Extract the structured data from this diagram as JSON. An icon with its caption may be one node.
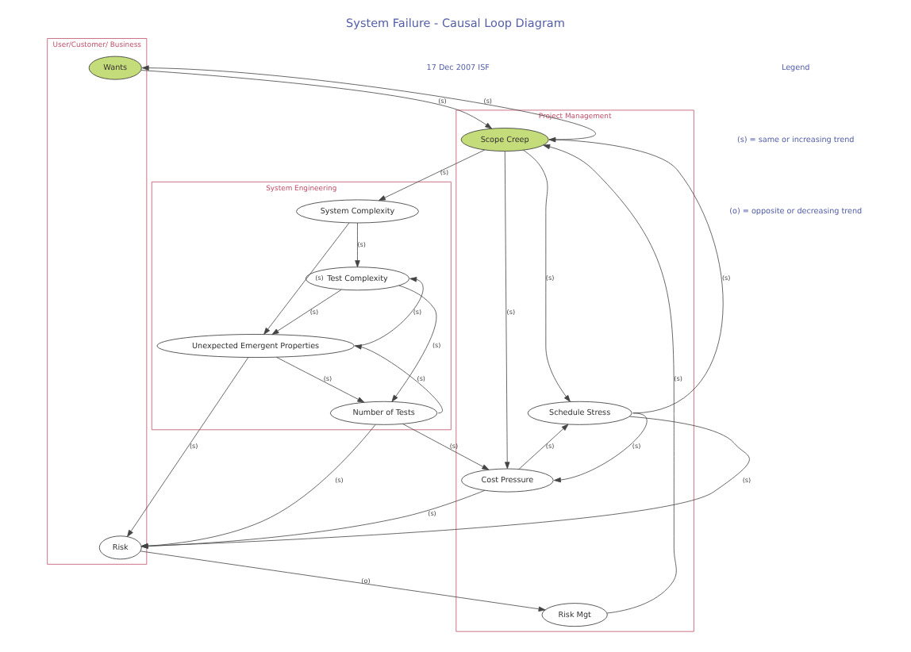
{
  "diagram": {
    "title": "System Failure - Causal Loop Diagram",
    "nodes": [
      {
        "text": [
          "User/Customer/ Business"
        ]
      },
      {
        "text": [
          "Project Management"
        ]
      },
      {
        "text": [
          "System Engineering"
        ]
      },
      {
        "text": [
          "Wants"
        ],
        "in": 0
      },
      {
        "text": [
          "Scope Creep"
        ],
        "in": 1
      },
      {
        "text": [
          "Schedule Stress"
        ],
        "in": 1
      },
      {
        "text": [
          "Risk"
        ],
        "in": 0
      },
      {
        "text": [
          "Risk Mgt"
        ],
        "in": 1
      },
      {
        "text": [
          "Cost Pressure"
        ],
        "in": 1
      },
      {
        "text": [
          "System Complexity"
        ],
        "in": 2
      },
      {
        "text": [
          "Test Complexity"
        ],
        "in": 2
      },
      {
        "text": [
          "Unexpected Emergent Properties"
        ],
        "in": 2
      },
      {
        "text": [
          "Number of Tests"
        ],
        "in": 2
      }
    ],
    "edges": [
      {
        "from": 3,
        "to": 4,
        "arrow": "to",
        "label": "(s)"
      },
      {
        "from": 4,
        "to": 3,
        "arrow": "to",
        "label": "(s)"
      },
      {
        "from": 4,
        "to": 5,
        "arrow": "to",
        "label": "(s)"
      },
      {
        "from": 5,
        "to": 4,
        "arrow": "to",
        "label": "(s)"
      },
      {
        "from": 7,
        "to": 4,
        "arrow": "to",
        "label": "(s)"
      },
      {
        "from": 4,
        "to": 8,
        "arrow": "to",
        "label": "(s)"
      },
      {
        "from": 4,
        "to": 9,
        "arrow": "to",
        "label": "(s)"
      },
      {
        "from": 6,
        "to": 7,
        "arrow": "to",
        "label": "(o)"
      },
      {
        "from": 8,
        "to": 5,
        "arrow": "to",
        "label": "(s)"
      },
      {
        "from": 5,
        "to": 8,
        "arrow": "to",
        "label": "(s)"
      },
      {
        "from": 8,
        "to": 6,
        "arrow": "to",
        "label": "(s)"
      },
      {
        "from": 5,
        "to": 6,
        "arrow": "to",
        "label": "(s)"
      },
      {
        "from": 11,
        "to": 6,
        "arrow": "to",
        "label": "(s)"
      },
      {
        "from": 12,
        "to": 6,
        "arrow": "to",
        "label": "(s)"
      },
      {
        "from": 12,
        "to": 8,
        "arrow": "to",
        "label": "(s)"
      },
      {
        "from": 9,
        "to": 10,
        "arrow": "to",
        "label": "(s)"
      },
      {
        "from": 9,
        "to": 11,
        "arrow": "to",
        "label": "(s)"
      },
      {
        "from": 10,
        "to": 11,
        "arrow": "to",
        "label": "(s)"
      },
      {
        "from": 11,
        "to": 10,
        "arrow": "to",
        "label": "(s)"
      },
      {
        "from": 10,
        "to": 12,
        "arrow": "to",
        "label": "(s)"
      },
      {
        "from": 11,
        "to": 12,
        "arrow": "to",
        "label": "(s)"
      },
      {
        "from": 12,
        "to": 11,
        "arrow": "to",
        "label": "(s)"
      }
    ],
    "labels": [
      "17 Dec 2007 ISF",
      "Legend"
    ],
    "legend": [
      {
        "text": "(s) = same or increasing trend"
      },
      {
        "text": "(o) = opposite or decreasing trend"
      }
    ]
  }
}
